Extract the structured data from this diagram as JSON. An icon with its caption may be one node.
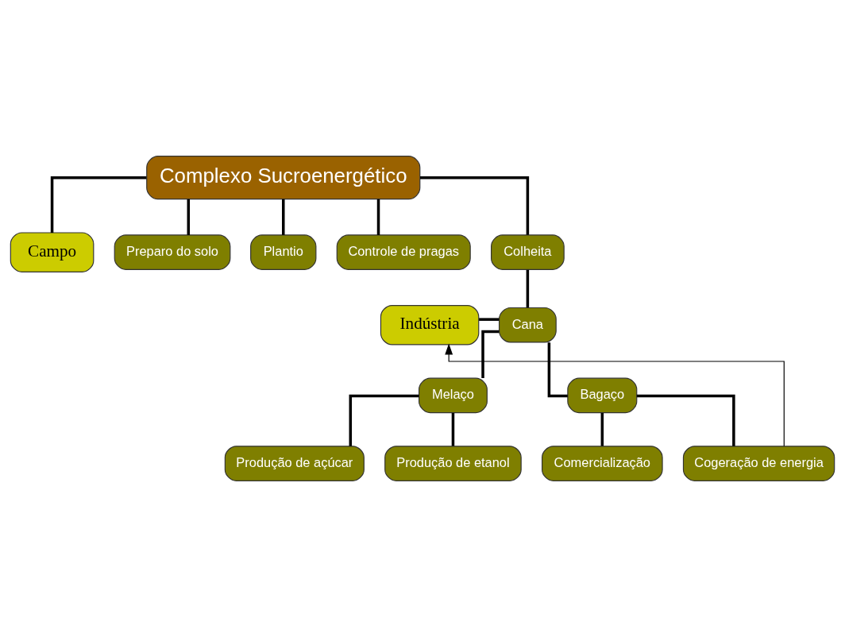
{
  "diagram": {
    "nodes": [
      {
        "text": [
          "Complexo Sucroenergético"
        ]
      },
      {
        "text": [
          "Campo"
        ]
      },
      {
        "text": [
          "Preparo do solo"
        ]
      },
      {
        "text": [
          "Plantio"
        ]
      },
      {
        "text": [
          "Controle de pragas"
        ]
      },
      {
        "text": [
          "Colheita"
        ]
      },
      {
        "text": [
          "Indústria"
        ]
      },
      {
        "text": [
          "Cana"
        ]
      },
      {
        "text": [
          "Melaço"
        ]
      },
      {
        "text": [
          "Bagaço"
        ]
      },
      {
        "text": [
          "Produção de açúcar"
        ]
      },
      {
        "text": [
          "Produção de etanol"
        ]
      },
      {
        "text": [
          "Comercialização"
        ]
      },
      {
        "text": [
          "Cogeração de energia"
        ]
      }
    ],
    "edges": [
      {
        "from": 0,
        "to": 1,
        "arrow": "none"
      },
      {
        "from": 0,
        "to": 2,
        "arrow": "none"
      },
      {
        "from": 0,
        "to": 3,
        "arrow": "none"
      },
      {
        "from": 0,
        "to": 4,
        "arrow": "none"
      },
      {
        "from": 0,
        "to": 5,
        "arrow": "none"
      },
      {
        "from": 5,
        "to": 7,
        "arrow": "none"
      },
      {
        "from": 6,
        "to": 7,
        "arrow": "none"
      },
      {
        "from": 7,
        "to": 8,
        "arrow": "none"
      },
      {
        "from": 7,
        "to": 9,
        "arrow": "none"
      },
      {
        "from": 8,
        "to": 10,
        "arrow": "none"
      },
      {
        "from": 8,
        "to": 11,
        "arrow": "none"
      },
      {
        "from": 9,
        "to": 12,
        "arrow": "none"
      },
      {
        "from": 9,
        "to": 13,
        "arrow": "none"
      },
      {
        "from": 13,
        "to": 6,
        "arrow": "to"
      }
    ]
  }
}
